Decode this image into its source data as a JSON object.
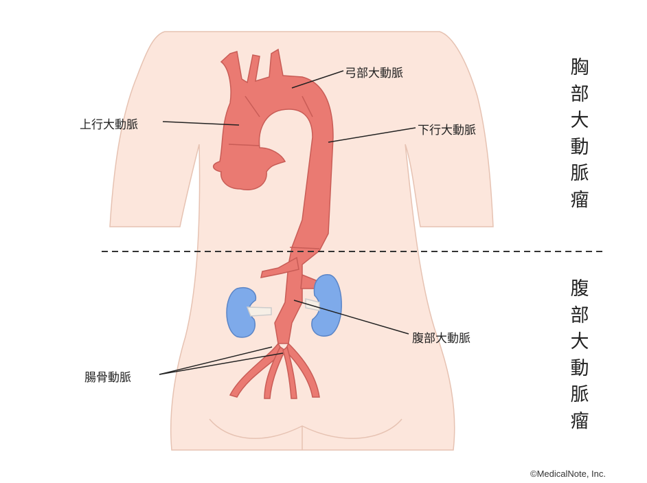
{
  "labels": {
    "arch": "弓部大動脈",
    "ascending": "上行大動脈",
    "descending": "下行大動脈",
    "abdominal": "腹部大動脈",
    "iliac": "腸骨動脈"
  },
  "sections": {
    "thoracic": "胸部大動脈瘤",
    "abdominal": "腹部大動脈瘤"
  },
  "copyright": "©MedicalNote, Inc.",
  "colors": {
    "skin": "#fce6dc",
    "skin_outline": "#e6c2b2",
    "aorta": "#ea7a72",
    "aorta_outline": "#c85c56",
    "kidney": "#7eaaea"
  }
}
